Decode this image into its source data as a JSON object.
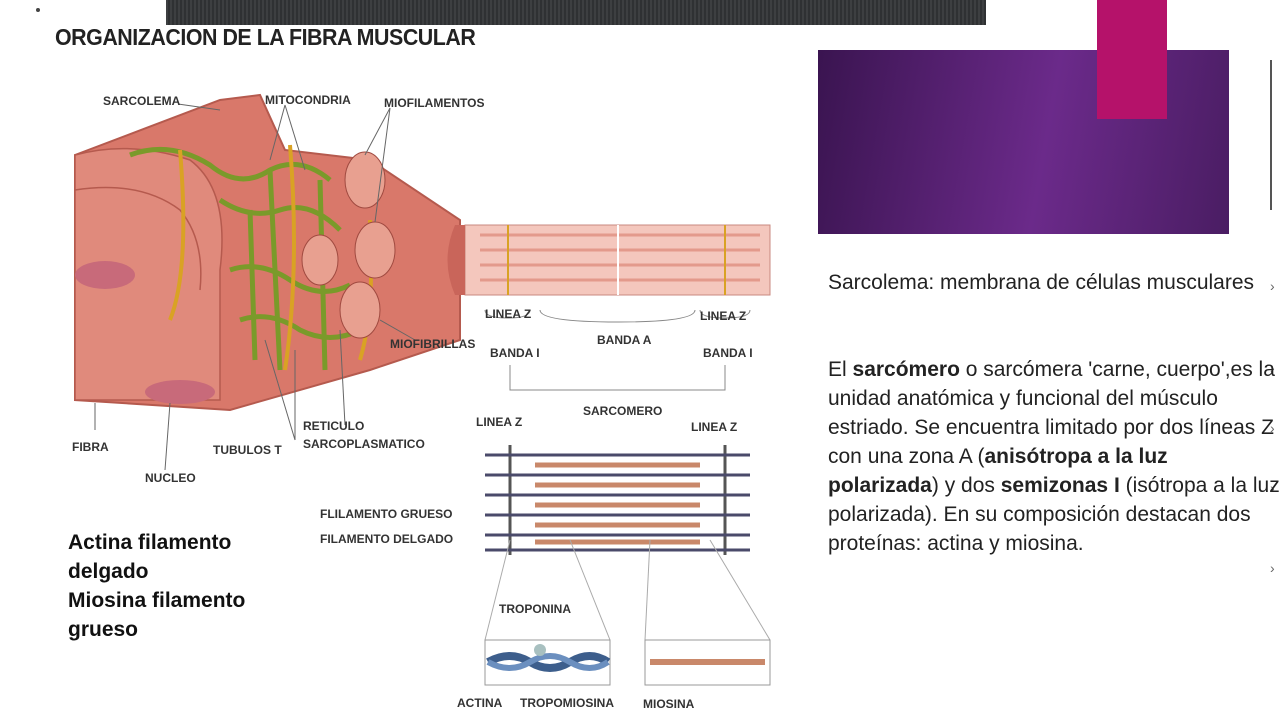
{
  "title": "ORGANIZACION DE LA FIBRA MUSCULAR",
  "labels": {
    "sarcolema": "SARCOLEMA",
    "mitocondria": "MITOCONDRIA",
    "miofilamentos": "MIOFILAMENTOS",
    "miofibrillas": "MIOFIBRILLAS",
    "fibra": "FIBRA",
    "nucleo": "NUCLEO",
    "tubulos": "TUBULOS T",
    "reticulo1": "RETICULO",
    "reticulo2": "SARCOPLASMATICO",
    "lineaz1": "LINEA Z",
    "lineaz2": "LINEA Z",
    "bandaa": "BANDA A",
    "bandai1": "BANDA I",
    "bandai2": "BANDA I",
    "sarcomero": "SARCOMERO",
    "lineaz3": "LINEA Z",
    "lineaz4": "LINEA Z",
    "grueso": "FLILAMENTO GRUESO",
    "delgado": "FILAMENTO DELGADO",
    "troponina": "TROPONINA",
    "actina": "ACTINA",
    "tropomiosina": "TROPOMIOSINA",
    "miosina": "MIOSINA"
  },
  "legend": {
    "line1": "Actina filamento",
    "line2": "delgado",
    "line3": "Miosina filamento",
    "line4": "grueso"
  },
  "paragraph1": "Sarcolema: membrana de células musculares",
  "paragraph2": {
    "t1": "El ",
    "b1": "sarcómero",
    "t2": " o sarcómera 'carne, cuerpo',es la unidad anatómica y funcional del músculo estriado. Se encuentra limitado por dos líneas Z con una zona A (",
    "b2": "anisótropa a la luz polarizada",
    "t3": ") y dos ",
    "b3": "semizonas I",
    "t4": " (isótropa a la luz polarizada). En su composición destacan dos proteínas: actina y miosina."
  },
  "colors": {
    "accent_purple": "#5a2275",
    "accent_magenta": "#b5126a",
    "muscle": "#d9786a",
    "reticulum": "#7a9a2a"
  }
}
